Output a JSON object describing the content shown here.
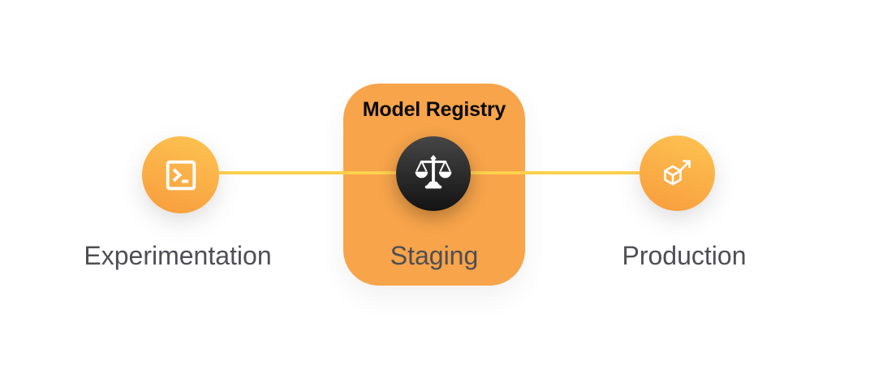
{
  "pipeline": {
    "registry": {
      "title": "Model Registry"
    },
    "stages": {
      "experimentation": {
        "label": "Experimentation",
        "icon": "terminal-icon"
      },
      "staging": {
        "label": "Staging",
        "icon": "scales-icon"
      },
      "production": {
        "label": "Production",
        "icon": "cube-arrow-icon"
      }
    },
    "colors": {
      "background": "#ffffff",
      "connector": "#FFD04D",
      "card": "#F7A44A",
      "node_top": "#FDC452",
      "node_bottom": "#F89C3C",
      "badge_top": "#464646",
      "badge_bottom": "#131313",
      "label": "#4E4E54",
      "title": "#0A0A0A"
    }
  }
}
